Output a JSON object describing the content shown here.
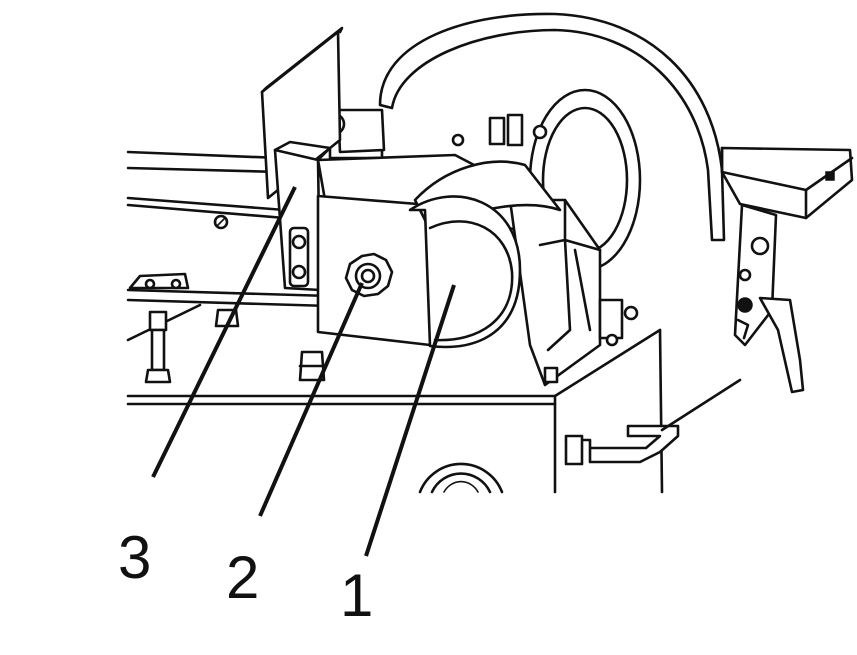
{
  "diagram": {
    "callouts": [
      {
        "number": "3"
      },
      {
        "number": "2"
      },
      {
        "number": "1"
      }
    ]
  }
}
